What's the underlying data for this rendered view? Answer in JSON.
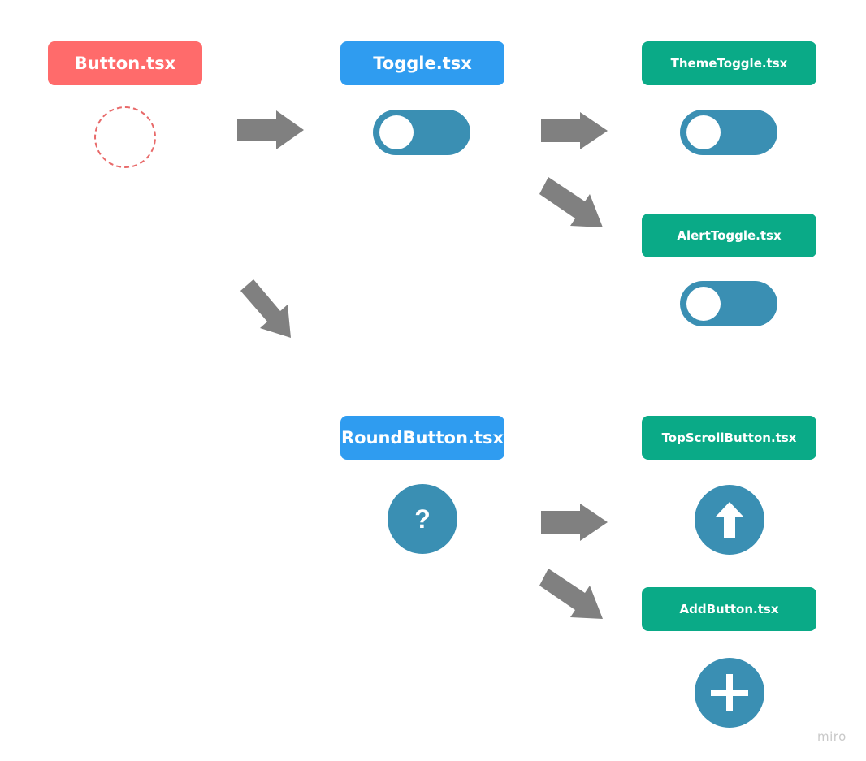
{
  "colors": {
    "base": "#ff6b6b",
    "level1": "#2f9cf0",
    "level2": "#0aaa87",
    "component": "#3a8fb3",
    "arrow": "#808080"
  },
  "nodes": {
    "button": "Button.tsx",
    "toggle": "Toggle.tsx",
    "theme_toggle": "ThemeToggle.tsx",
    "alert_toggle": "AlertToggle.tsx",
    "round_button": "RoundButton.tsx",
    "top_scroll_button": "TopScrollButton.tsx",
    "add_button": "AddButton.tsx"
  },
  "round_button_glyph": "?",
  "icons": [
    "up-arrow-icon",
    "plus-icon",
    "toggle-switch-icon"
  ],
  "watermark": "miro"
}
